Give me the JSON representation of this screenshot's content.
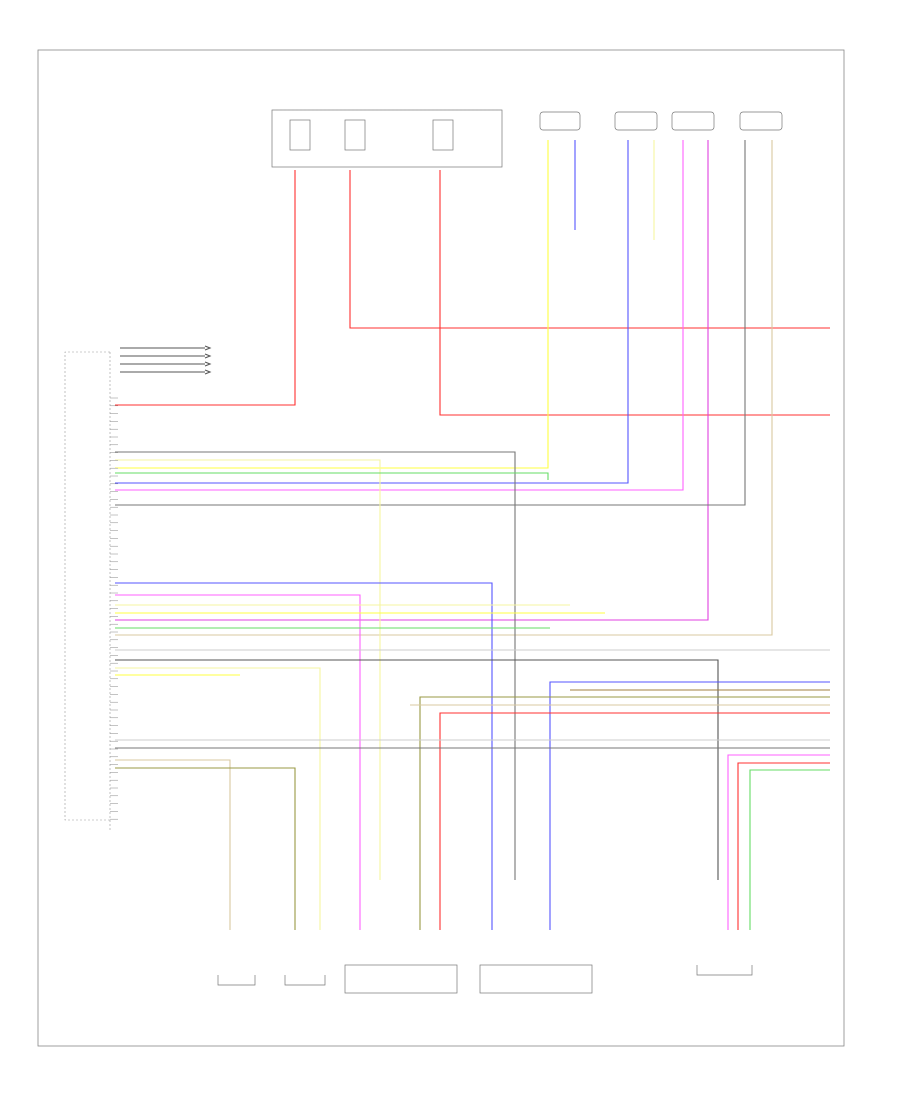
{
  "diagram": {
    "corner_code": "",
    "top_fuse_box": {
      "label_left": "",
      "label_mid": "",
      "label_right": ""
    },
    "top_connectors": [
      {
        "id": "c1",
        "label": ""
      },
      {
        "id": "c2",
        "label": ""
      },
      {
        "id": "c3",
        "label": ""
      },
      {
        "id": "c4",
        "label": ""
      }
    ],
    "module_label": "",
    "bottom_components": [
      {
        "id": "rr-tweeter",
        "label": ""
      },
      {
        "id": "lr-tweeter",
        "label": ""
      },
      {
        "id": "rf-door-speaker",
        "label": ""
      },
      {
        "id": "lf-door-speaker",
        "label": ""
      },
      {
        "id": "rr-speaker-cluster",
        "label": ""
      }
    ],
    "colors": {
      "red": "#ff3030",
      "pink": "#ff60ff",
      "magenta": "#e040e0",
      "blue": "#5555ff",
      "yellow": "#ffff40",
      "lightyellow": "#f5f5a0",
      "green": "#66dd66",
      "gray": "#777777",
      "darkgray": "#555555",
      "brown": "#a08040",
      "olive": "#999944",
      "tan": "#d8c8a0",
      "white": "#cccccc"
    }
  }
}
